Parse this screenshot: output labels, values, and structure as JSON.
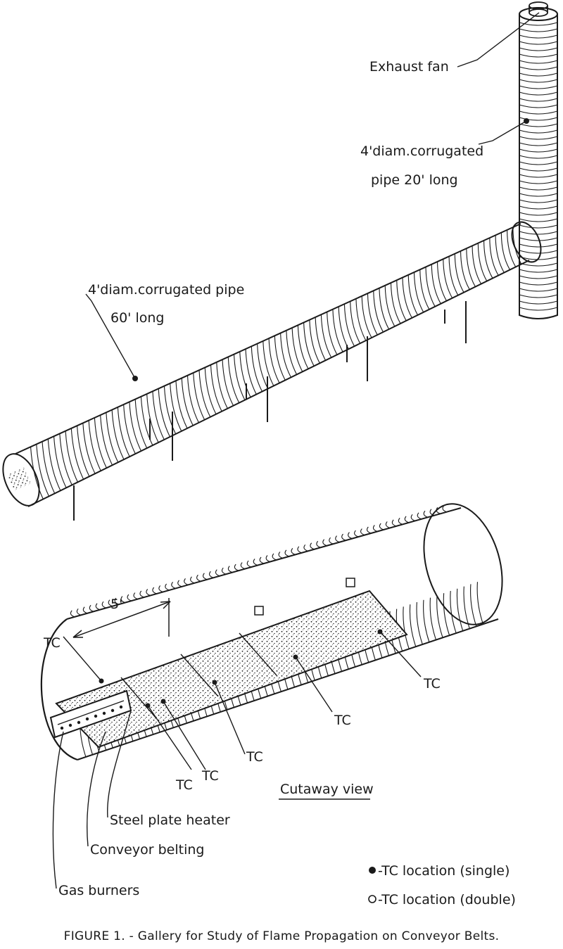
{
  "labels": {
    "exhaust_fan": "Exhaust fan",
    "vertical_pipe_line1": "4'diam.corrugated",
    "vertical_pipe_line2": "pipe 20' long",
    "horizontal_pipe_line1": "4'diam.corrugated pipe",
    "horizontal_pipe_line2": "60' long",
    "dimension": "5'",
    "tc": "TC",
    "cutaway_view": "Cutaway view",
    "steel_plate_heater": "Steel plate heater",
    "conveyor_belting": "Conveyor belting",
    "gas_burners": "Gas burners"
  },
  "legend": {
    "single": "-TC location (single)",
    "double": "-TC location (double)"
  },
  "caption": "FIGURE 1. - Gallery for Study of Flame Propagation on Conveyor Belts."
}
